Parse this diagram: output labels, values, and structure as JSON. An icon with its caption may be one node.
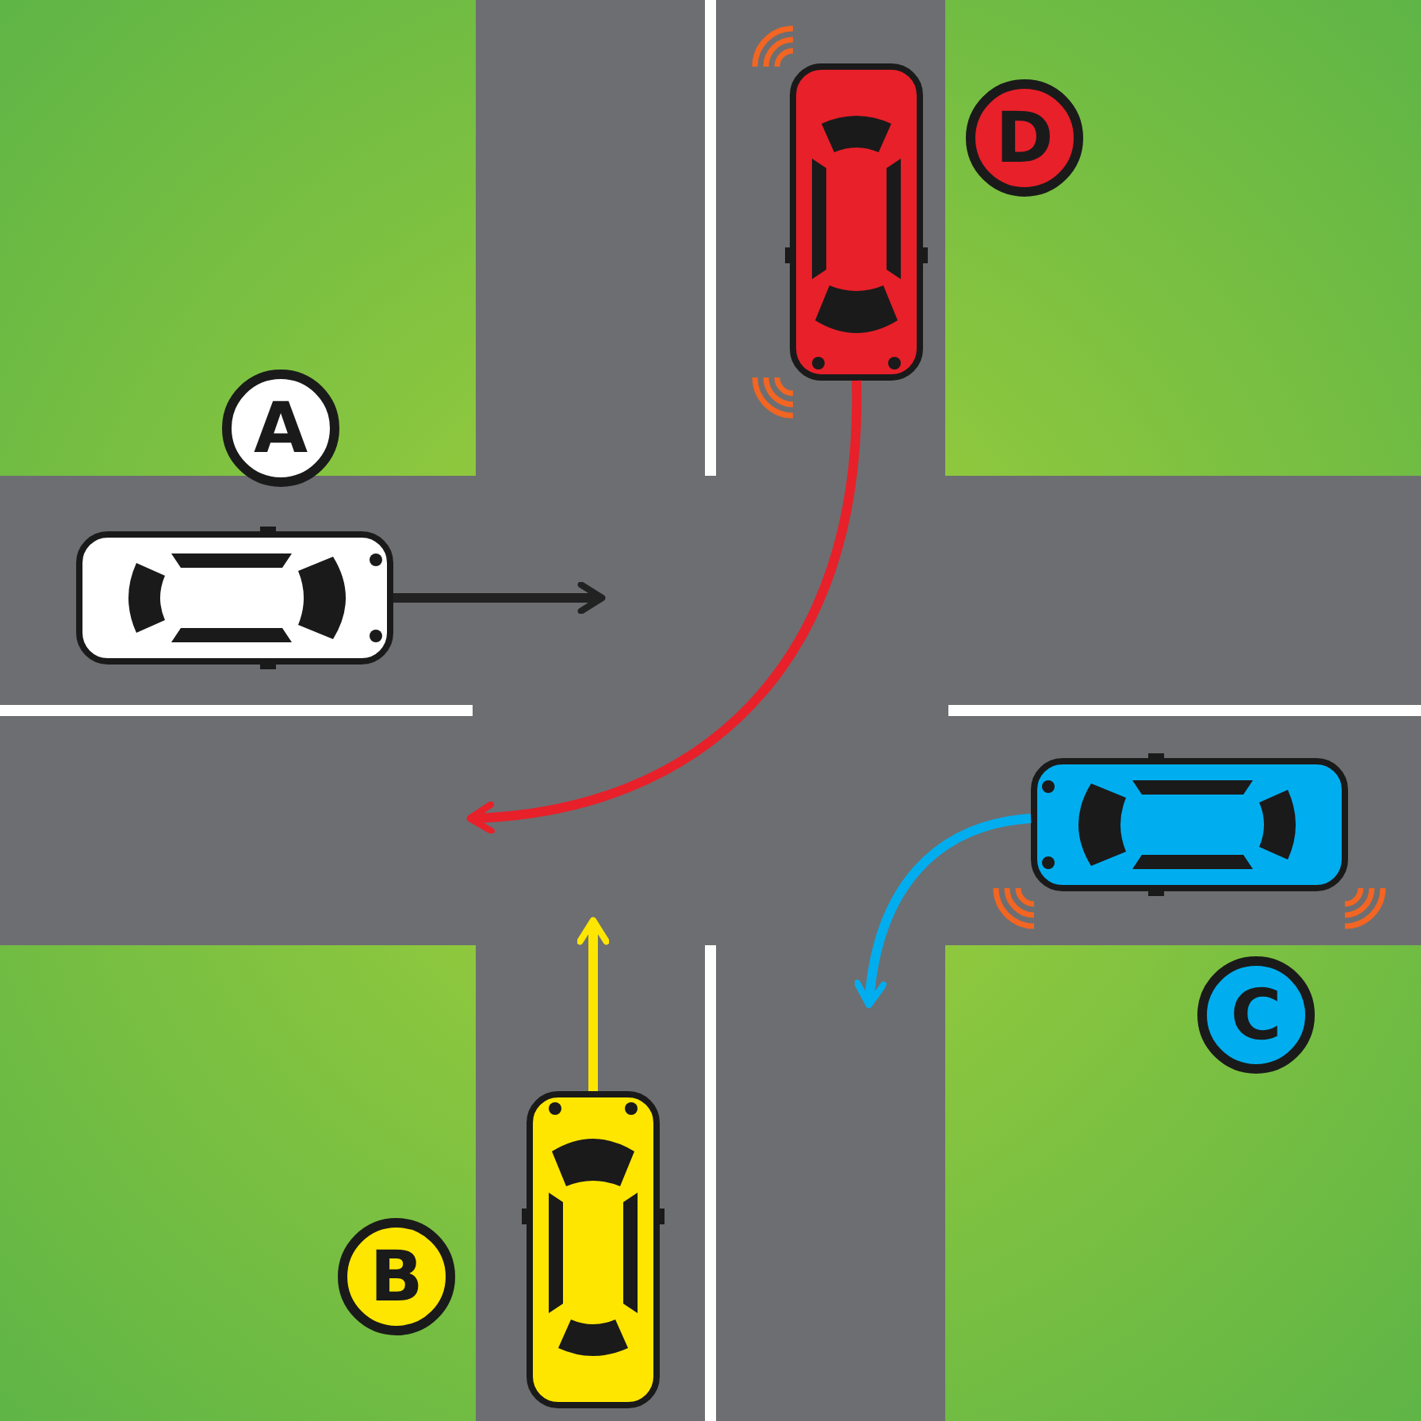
{
  "diagram": {
    "nodes": [
      {
        "text": [
          "D"
        ]
      },
      {
        "text": [
          "A"
        ]
      },
      {
        "text": [
          "C"
        ]
      },
      {
        "text": [
          "B"
        ]
      },
      {
        "text": [],
        "shape": "picture"
      },
      {
        "text": [],
        "shape": "picture"
      },
      {
        "text": [],
        "shape": "picture"
      },
      {
        "text": [],
        "shape": "picture"
      }
    ],
    "edges": [
      {
        "from": 5,
        "to": null,
        "arrow": "to",
        "color": "#222222"
      },
      {
        "from": 4,
        "to": null,
        "arrow": "to",
        "color": "#e8202a"
      },
      {
        "from": 6,
        "to": null,
        "arrow": "to",
        "color": "#00aeef"
      },
      {
        "from": 7,
        "to": null,
        "arrow": "to",
        "color": "#ffe600"
      }
    ]
  }
}
